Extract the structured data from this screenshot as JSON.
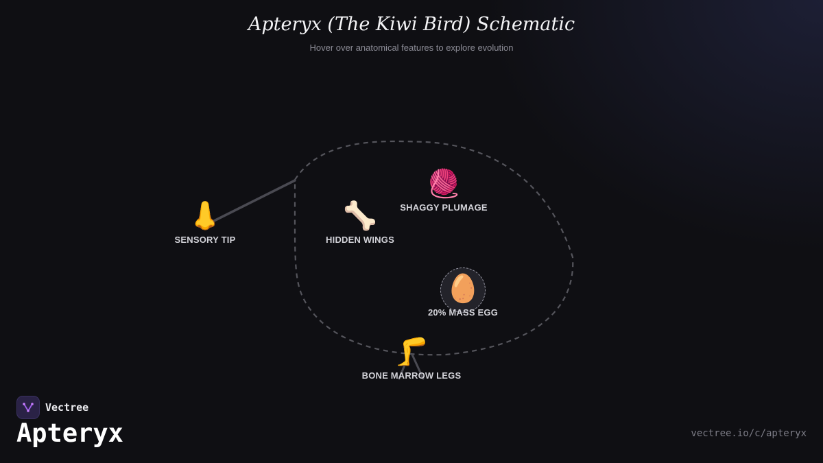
{
  "header": {
    "title": "Apteryx (The Kiwi Bird) Schematic",
    "subtitle": "Hover over anatomical features to explore evolution"
  },
  "features": [
    {
      "id": "sensory-tip",
      "icon": "nose-icon",
      "emoji": "👃",
      "label": "SENSORY TIP"
    },
    {
      "id": "hidden-wings",
      "icon": "bone-icon",
      "emoji": "🦴",
      "label": "HIDDEN WINGS"
    },
    {
      "id": "shaggy-plumage",
      "icon": "yarn-icon",
      "emoji": "🧶",
      "label": "SHAGGY PLUMAGE"
    },
    {
      "id": "mass-egg",
      "icon": "egg-icon",
      "emoji": "🥚",
      "label": "20% MASS EGG"
    },
    {
      "id": "bone-marrow-legs",
      "icon": "leg-icon",
      "emoji": "🦵",
      "label": "BONE MARROW LEGS"
    }
  ],
  "colors": {
    "background": "#0f0f13",
    "outline": "#55555c",
    "beak": "#4a4a52",
    "accent": "#9b5de5"
  },
  "branding": {
    "logo_icon": "vectree-logo-icon",
    "name": "Vectree",
    "subject": "Apteryx",
    "url": "vectree.io/c/apteryx"
  }
}
